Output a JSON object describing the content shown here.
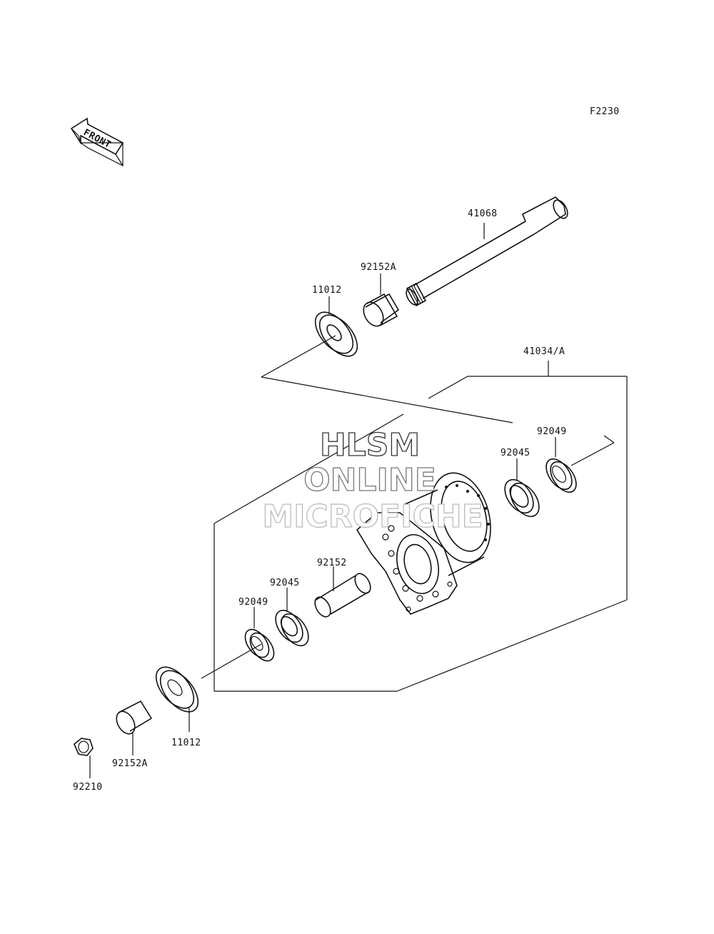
{
  "figure_code": "F2230",
  "front_arrow_label": "FRONT",
  "watermark": {
    "line1": "HLSM",
    "line2": "ONLINE",
    "line3": "MICROFICHE",
    "color1": "#333333",
    "color2": "#777777",
    "color3": "#bbbbbb"
  },
  "parts": {
    "axle": "41068",
    "collar_top": "92152A",
    "washer_top": "11012",
    "hub_assy": "41034/A",
    "seal_right": "92049",
    "bearing_right": "92045",
    "spacer": "92152",
    "bearing_left": "92045",
    "seal_left": "92049",
    "washer_bottom": "11012",
    "collar_bottom": "92152A",
    "nut": "92210"
  }
}
